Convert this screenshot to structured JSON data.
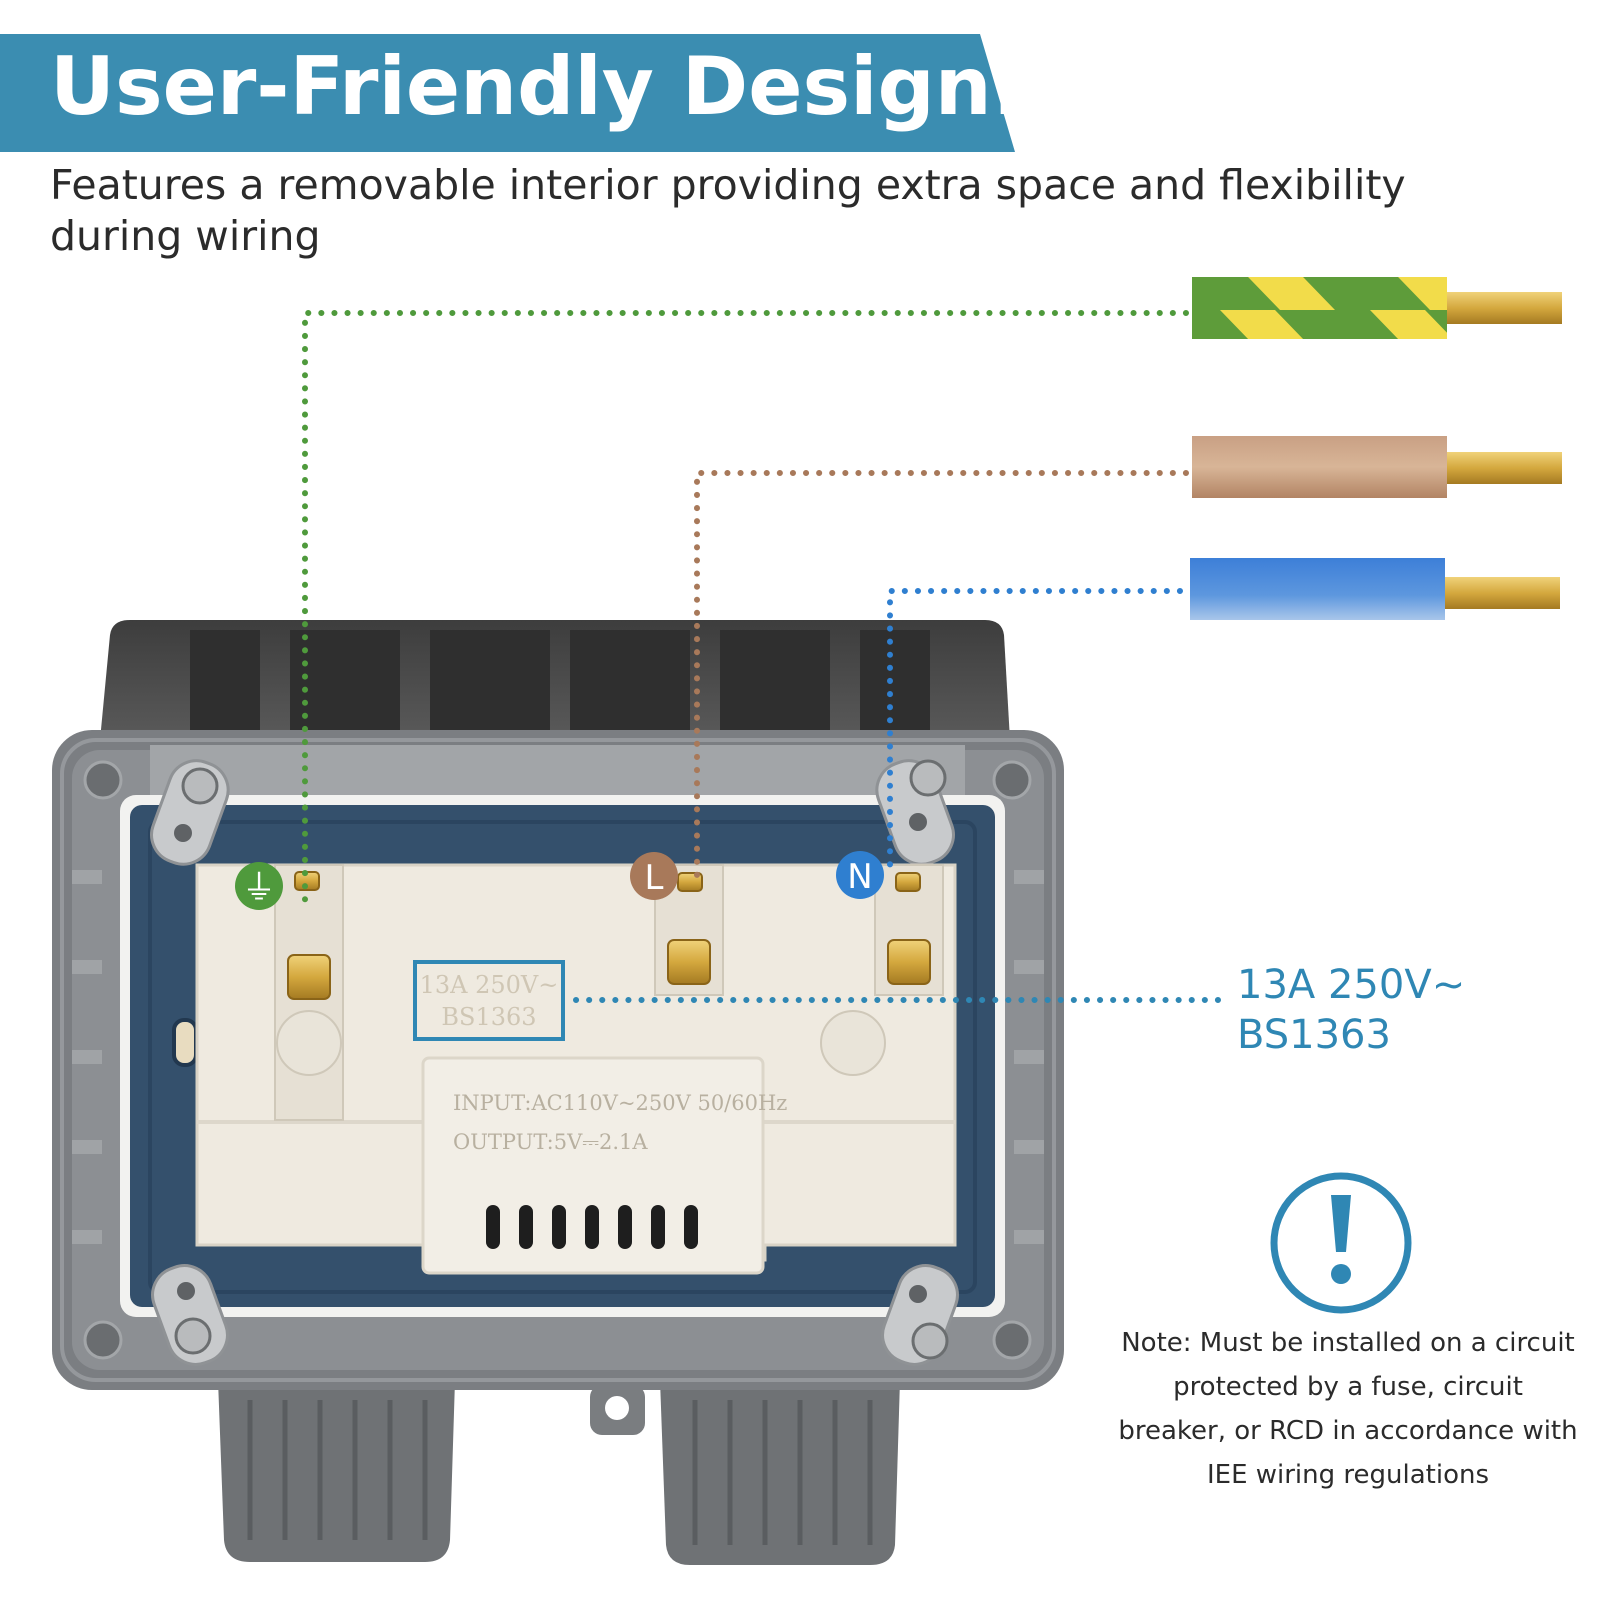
{
  "header": {
    "title": "User-Friendly Design:",
    "subtitle": "Features a removable interior providing extra space and flexibility during wiring"
  },
  "terminals": {
    "earth_symbol": "⏚",
    "live_label": "L",
    "neutral_label": "N"
  },
  "device_print": {
    "rating_line1": "13A 250V~",
    "rating_line2": "BS1363",
    "usb_input": "INPUT:AC110V~250V 50/60Hz",
    "usb_output": "OUTPUT:5V⎓2.1A"
  },
  "callout": {
    "rating_line1": "13A 250V~",
    "rating_line2": "BS1363"
  },
  "note": {
    "icon": "warning-exclamation-icon",
    "text": "Note: Must be installed on a circuit protected by a fuse, circuit breaker, or RCD in accordance with IEE wiring regulations"
  },
  "colors": {
    "banner": "#3b8db1",
    "earth": "#4f9a3c",
    "live": "#a8795a",
    "neutral": "#2f7fd0",
    "accent_text": "#2f87b4"
  }
}
